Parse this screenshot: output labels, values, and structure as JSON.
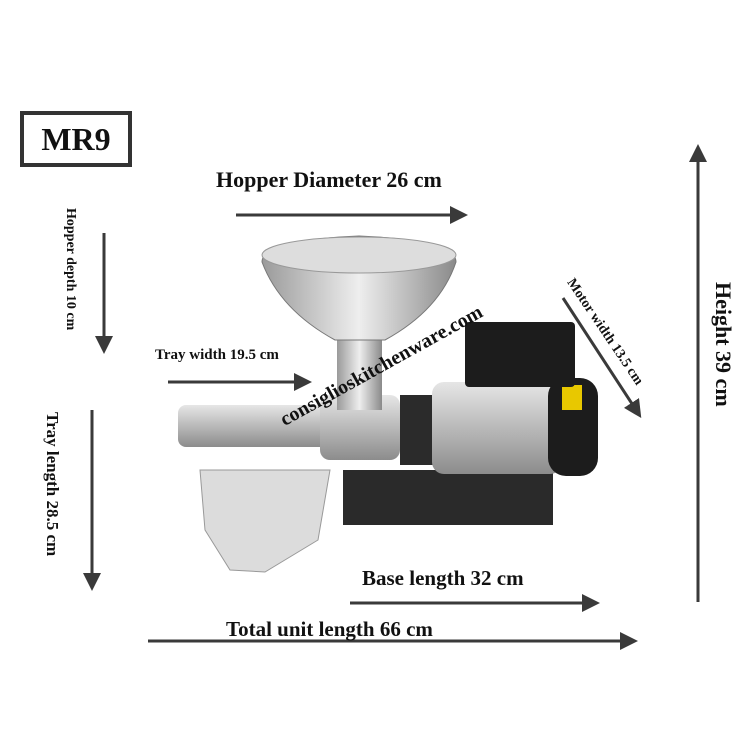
{
  "model": "MR9",
  "labels": {
    "hopper_diameter": "Hopper Diameter 26 cm",
    "hopper_depth": "Hopper depth 10 cm",
    "tray_width": "Tray width 19.5 cm",
    "tray_length": "Tray length 28.5 cm",
    "motor_width": "Motor width 13.5 cm",
    "height": "Height 39 cm",
    "base_length": "Base length 32 cm",
    "total_length": "Total unit length 66 cm"
  },
  "watermark": "consiglioskitchenware.com",
  "colors": {
    "arrow": "#3a3a3a",
    "motor": "#1c1c1c",
    "steel": "#c8c8c8"
  }
}
